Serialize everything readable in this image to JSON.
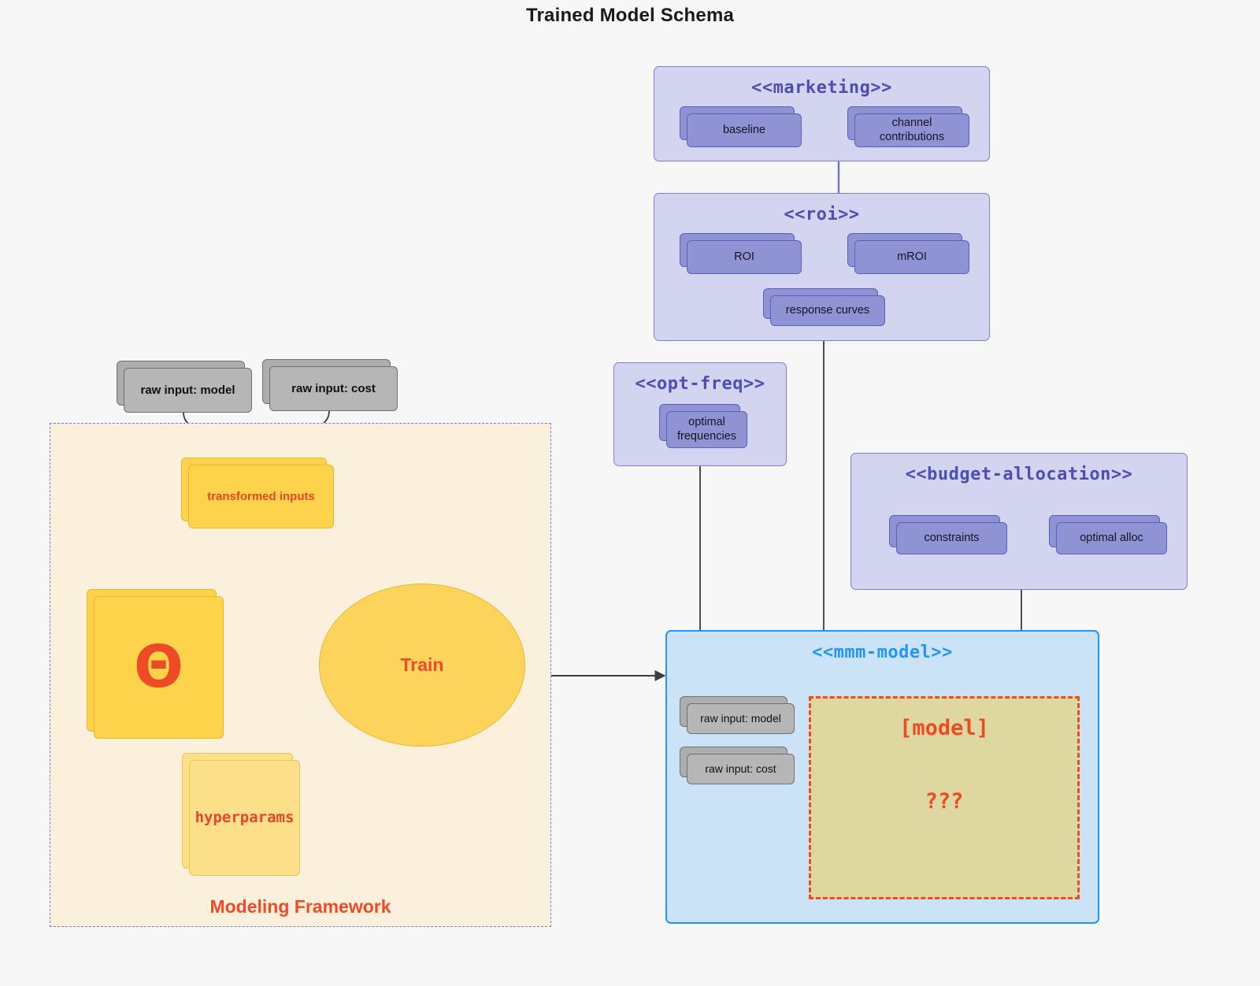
{
  "title": "Trained Model Schema",
  "colors": {
    "background": "#f7f7f7",
    "package_fill": "#d3d4ef",
    "package_stroke": "#7b7fd4",
    "package_title": "#4b4fb5",
    "card_fill": "#8f93d4",
    "card_stroke": "#5a5fc0",
    "grey_card_fill": "#b6b6b6",
    "grey_card_stroke": "#707070",
    "yellow_card_fill": "#fcd34a",
    "yellow_card_stroke": "#e8b92a",
    "lemon_card_fill": "#fbe089",
    "lemon_card_stroke": "#e8c93f",
    "framework_fill": "#faf0dc",
    "accent_red": "#f04b28",
    "mmm_fill": "#cae3f7",
    "mmm_stroke": "#2196f3",
    "model_region_fill": "#ded8a0",
    "model_region_stroke": "#f04a23",
    "connector": "#4d4d4d"
  },
  "packages": {
    "marketing": {
      "title": "<<marketing>>",
      "cards": [
        {
          "label": "baseline"
        },
        {
          "label": "channel contributions"
        }
      ],
      "association": "bidirectional"
    },
    "roi": {
      "title": "<<roi>>",
      "cards": [
        {
          "label": "ROI"
        },
        {
          "label": "mROI"
        },
        {
          "label": "response curves"
        }
      ],
      "association": "bidirectional"
    },
    "opt_freq": {
      "title": "<<opt-freq>>",
      "cards": [
        {
          "label": "optimal frequencies"
        }
      ]
    },
    "budget_allocation": {
      "title": "<<budget-allocation>>",
      "cards": [
        {
          "label": "constraints"
        },
        {
          "label": "optimal alloc"
        }
      ],
      "association": "bidirectional"
    },
    "mmm_model": {
      "title": "<<mmm-model>>",
      "cards": [
        {
          "label": "raw input: model"
        },
        {
          "label": "raw input: cost"
        }
      ],
      "model_region": {
        "label": "[model]",
        "unknown": "???"
      }
    }
  },
  "framework": {
    "label": "Modeling Framework",
    "inputs": [
      {
        "label": "raw input: model"
      },
      {
        "label": "raw input: cost"
      }
    ],
    "nodes": {
      "transformed_inputs": "transformed inputs",
      "theta": "Θ",
      "hyperparams": "hyperparams",
      "train": "Train"
    }
  }
}
